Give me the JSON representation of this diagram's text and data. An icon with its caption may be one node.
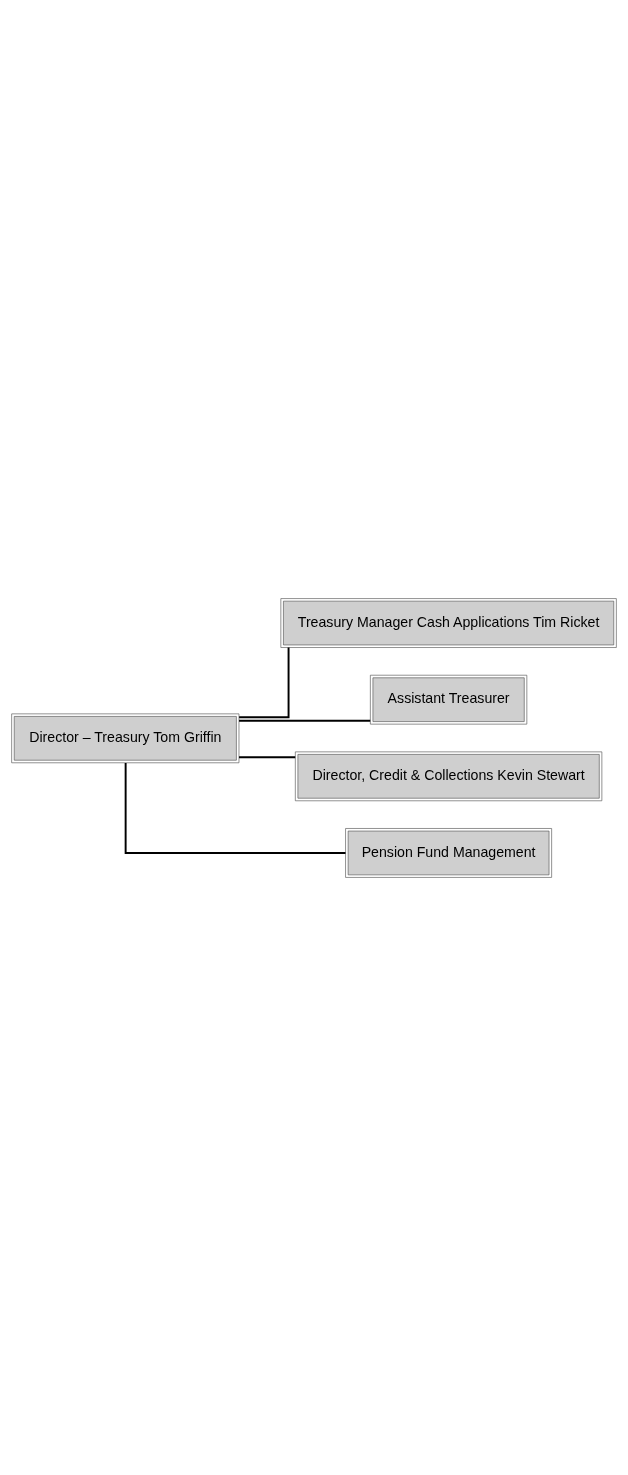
{
  "diagram": {
    "nodes": [
      {
        "text": [
          "Director – Treasury Tom Griffin"
        ]
      },
      {
        "text": [
          "Treasury Manager Cash Applications Tim Ricket"
        ]
      },
      {
        "text": [
          "Assistant Treasurer"
        ]
      },
      {
        "text": [
          "Director, Credit & Collections Kevin Stewart"
        ]
      },
      {
        "text": [
          "Pension Fund Management"
        ]
      }
    ],
    "edges": [
      {
        "from": 0,
        "to": 1,
        "arrow": "none"
      },
      {
        "from": 0,
        "to": 2,
        "arrow": "none"
      },
      {
        "from": 0,
        "to": 3,
        "arrow": "none"
      },
      {
        "from": 0,
        "to": 4,
        "arrow": "none"
      }
    ]
  }
}
